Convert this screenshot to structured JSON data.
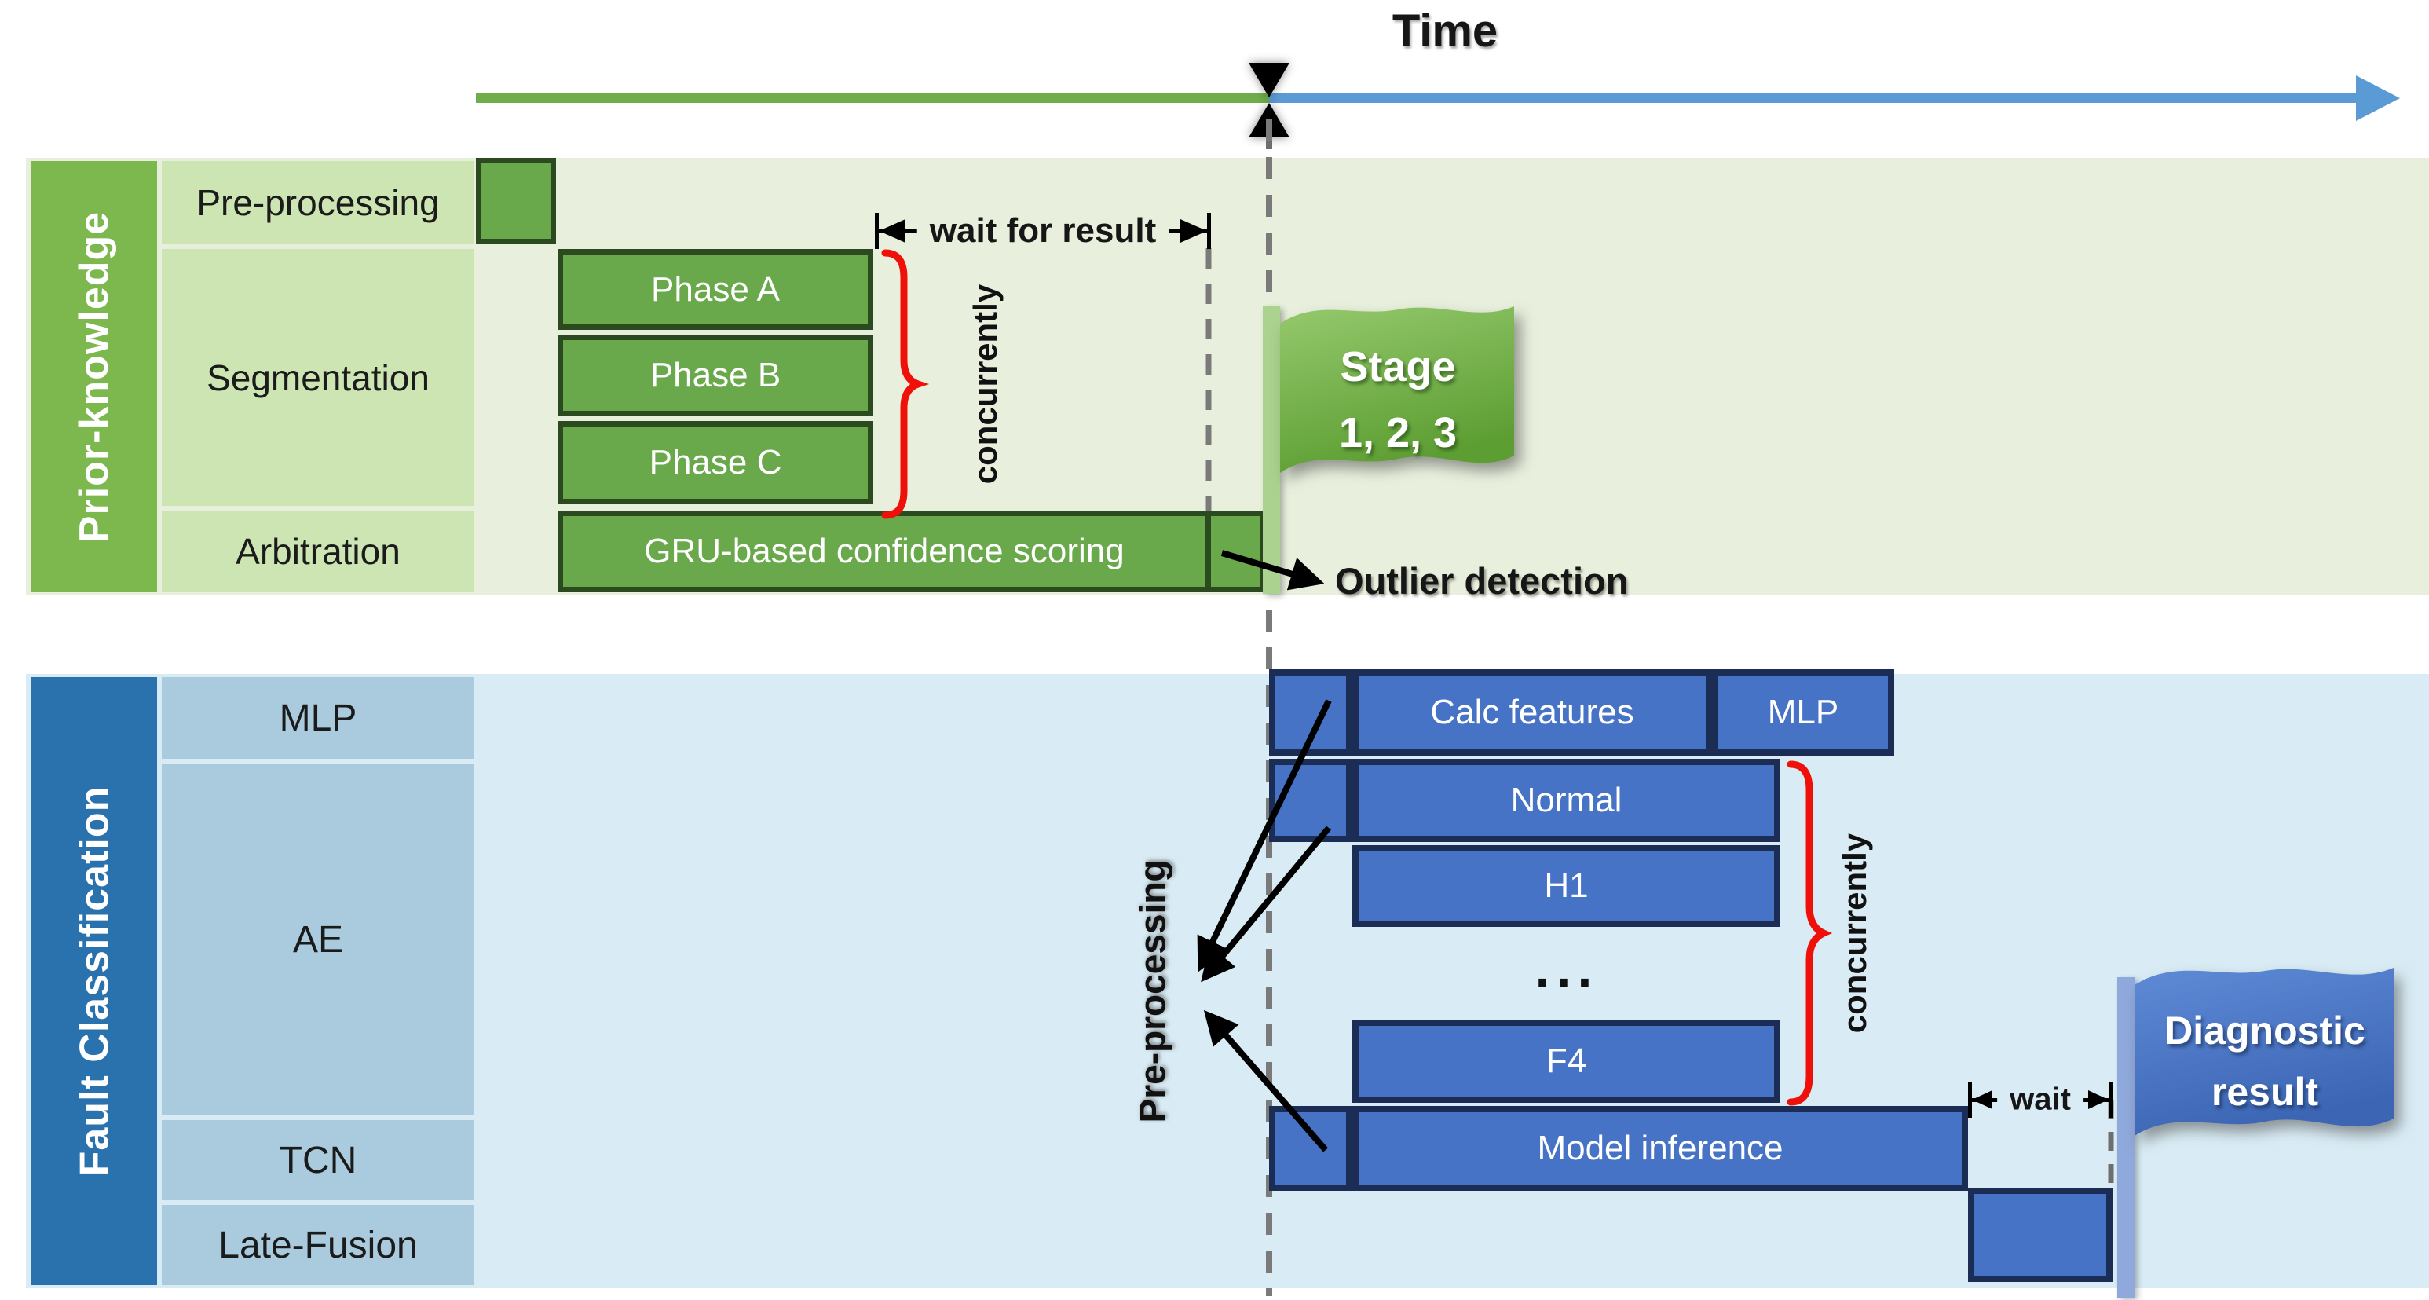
{
  "timeline": {
    "title": "Time"
  },
  "stage1": {
    "sidebar_label": "Prior-knowledge",
    "row_labels": [
      "Pre-processing",
      "Segmentation",
      "Arbitration"
    ],
    "bars": {
      "phase_a": "Phase A",
      "phase_b": "Phase B",
      "phase_c": "Phase C",
      "gru": "GRU-based confidence scoring"
    },
    "wait_label": "wait for result",
    "concurrently_label": "concurrently",
    "flag": {
      "line1": "Stage",
      "line2": "1, 2, 3"
    },
    "outlier_label": "Outlier detection"
  },
  "stage2": {
    "sidebar_label": "Fault Classification",
    "row_labels": [
      "MLP",
      "AE",
      "TCN",
      "Late-Fusion"
    ],
    "bars": {
      "calc_features": "Calc features",
      "mlp": "MLP",
      "normal": "Normal",
      "h1": "H1",
      "ellipsis": "...",
      "f4": "F4",
      "model_inference": "Model inference"
    },
    "preprocessing_label": "Pre-processing",
    "concurrently_label": "concurrently",
    "wait_label": "wait",
    "flag": {
      "line1": "Diagnostic",
      "line2": "result"
    }
  },
  "colors": {
    "timeline_green": "#6ead4a",
    "timeline_blue": "#5b9bd5",
    "stage1_band": "#e8f0dd",
    "stage1_cell": "#cde5b2",
    "stage1_sidebar": "#7cb84e",
    "stage1_bar": "#6aa84c",
    "stage1_bar_border": "#2c4a20",
    "stage1_flag_pole": "#abd28e",
    "stage2_band": "#d9ecf5",
    "stage2_cell": "#a9cbdd",
    "stage2_sidebar": "#2a72ae",
    "stage2_bar": "#4673c5",
    "stage2_bar_border": "#1b2c55",
    "stage2_flag_pole": "#8fa9dc",
    "brace_red": "#ee1009",
    "dashed_gray": "#7a7a7a"
  }
}
